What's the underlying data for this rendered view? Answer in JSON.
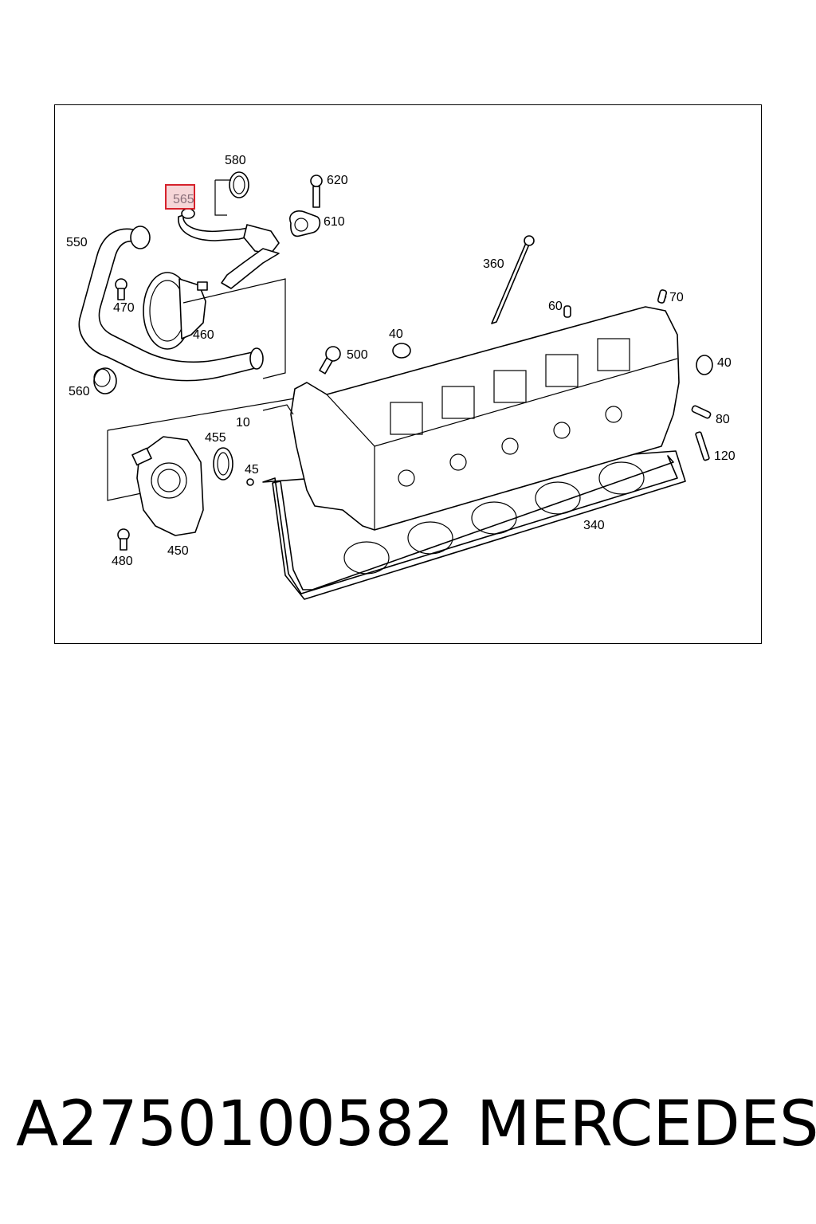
{
  "part_number": "A2750100582",
  "brand": "MERCEDES",
  "highlighted_callout": "565",
  "colors": {
    "highlight_border": "#d6222c",
    "highlight_fill": "#f6d6d8"
  },
  "callouts": {
    "c580": "580",
    "c620": "620",
    "c610": "610",
    "c565": "565",
    "c550": "550",
    "c470": "470",
    "c460": "460",
    "c360": "360",
    "c60": "60",
    "c70": "70",
    "c40a": "40",
    "c500": "500",
    "c40b": "40",
    "c560": "560",
    "c10": "10",
    "c80": "80",
    "c455": "455",
    "c120": "120",
    "c45": "45",
    "c340": "340",
    "c480": "480",
    "c450": "450"
  }
}
